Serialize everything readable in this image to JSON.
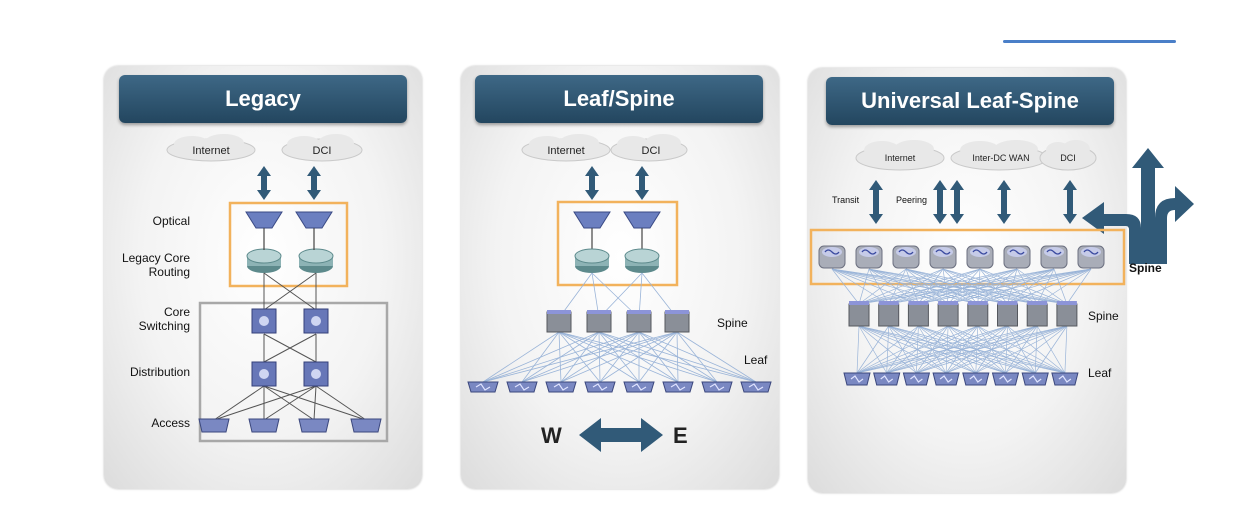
{
  "panels": [
    {
      "title": "Legacy",
      "clouds": [
        "Internet",
        "DCI"
      ],
      "layers": [
        "Optical",
        "Legacy Core Routing",
        "Core Switching",
        "Distribution",
        "Access"
      ]
    },
    {
      "title": "Leaf/Spine",
      "clouds": [
        "Internet",
        "DCI"
      ],
      "layers": [
        "Spine",
        "Leaf"
      ],
      "direction": {
        "west": "W",
        "east": "E"
      }
    },
    {
      "title": "Universal Leaf-Spine",
      "clouds": [
        "Internet",
        "Inter-DC WAN",
        "DCI"
      ],
      "links": [
        "Transit",
        "Peering"
      ],
      "layers": [
        "Spine",
        "Spine",
        "Leaf"
      ]
    }
  ],
  "colors": {
    "banner": "#2f5673",
    "highlight_box": "#f2b25c",
    "legacy_box": "#a8a8a8",
    "arrow": "#315a78",
    "link_lines": "#9ab4d8"
  }
}
